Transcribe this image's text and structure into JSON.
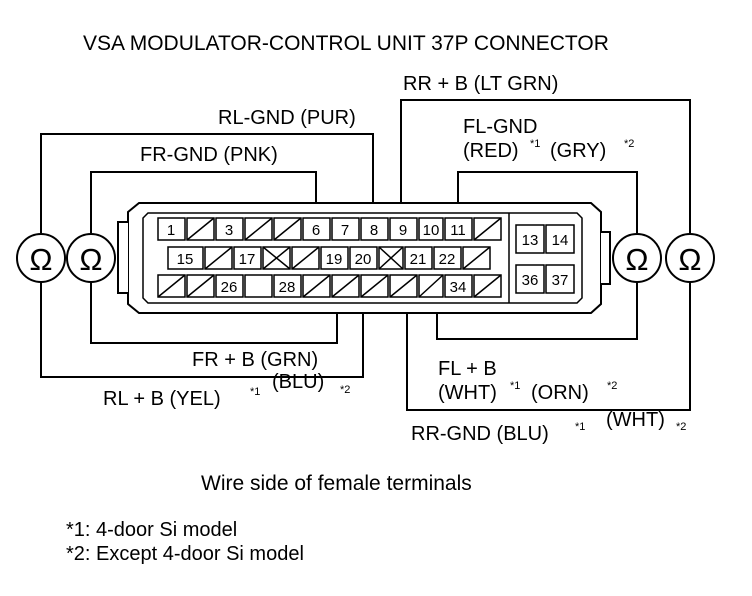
{
  "title": "VSA MODULATOR-CONTROL UNIT 37P CONNECTOR",
  "caption": "Wire side of female terminals",
  "footnotes": [
    "*1: 4-door Si model",
    "*2: Except 4-door Si model"
  ],
  "meter_symbol": "Ω",
  "pins": {
    "p1": "1",
    "p3": "3",
    "p6": "6",
    "p7": "7",
    "p8": "8",
    "p9": "9",
    "p10": "10",
    "p11": "11",
    "p13": "13",
    "p14": "14",
    "p15": "15",
    "p17": "17",
    "p19": "19",
    "p20": "20",
    "p21": "21",
    "p22": "22",
    "p26": "26",
    "p28": "28",
    "p34": "34",
    "p36": "36",
    "p37": "37"
  },
  "wires": {
    "rr_b": "RR  + B (LT GRN)",
    "rl_gnd": "RL-GND (PUR)",
    "fr_gnd": "FR-GND (PNK)",
    "fl_gnd_1": "FL-GND",
    "fl_gnd_2": "(RED)",
    "fl_gnd_3": "(GRY)",
    "fr_b": "FR  + B (GRN)",
    "rl_b": "RL  + B (YEL)",
    "rl_b_alt": "(BLU)",
    "fl_b_1": "FL  + B",
    "fl_b_2": "(WHT)",
    "fl_b_3": "(ORN)",
    "rr_gnd": "RR-GND (BLU)",
    "rr_gnd_alt": "(WHT)"
  },
  "marks": {
    "m1": "*1",
    "m2": "*2"
  }
}
